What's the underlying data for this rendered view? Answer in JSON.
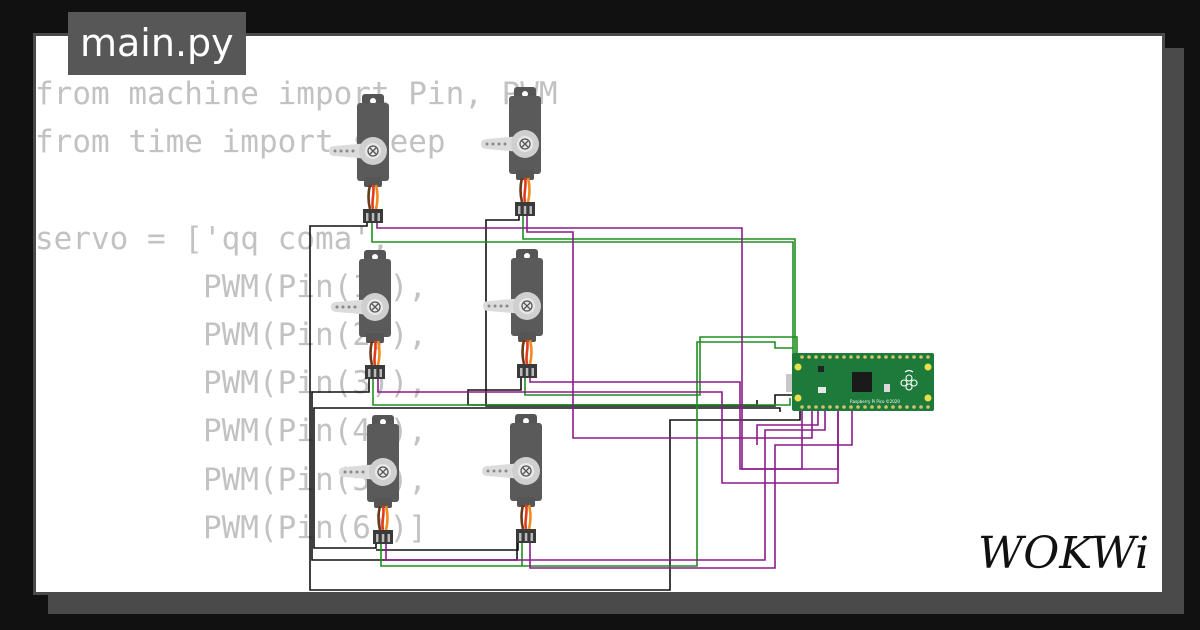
{
  "file_tab": {
    "label": "main.py"
  },
  "code": {
    "lines": [
      "from machine import Pin, PWM",
      "from time import sleep",
      "",
      "servo = ['qq coma',",
      "         PWM(Pin(1)),",
      "         PWM(Pin(2)),",
      "         PWM(Pin(3)),",
      "         PWM(Pin(4)),",
      "         PWM(Pin(5)),",
      "         PWM(Pin(6))]"
    ]
  },
  "board": {
    "name": "raspberry-pi-pico",
    "label": "Raspberry Pi Pico ©2020"
  },
  "brand": {
    "logo_text": "WOKWi"
  },
  "colors": {
    "background": "#111111",
    "card": "#ffffff",
    "card_border": "#4a4a4a",
    "code_text": "#c2c2c2",
    "wire_purple": "#8b1a8b",
    "wire_green": "#1f8f1f",
    "wire_black": "#111111",
    "board_green": "#1d7a3a",
    "servo_body": "#555555"
  },
  "icons": [
    "servo-motor-icon",
    "raspberry-pi-logo-icon",
    "wokwi-logo-icon"
  ]
}
